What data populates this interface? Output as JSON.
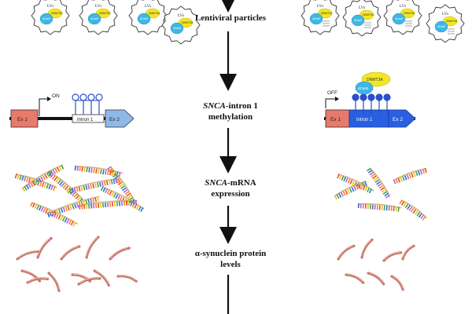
{
  "steps": [
    {
      "gene": "",
      "text": "Lentiviral particles"
    },
    {
      "gene": "SNCA",
      "text": "-intron 1",
      "text2": "methylation"
    },
    {
      "gene": "SNCA",
      "text": "-mRNA",
      "text2": "expression"
    },
    {
      "gene": "",
      "text": "α-synuclein protein",
      "text2": "levels"
    }
  ],
  "particles": {
    "label": "LVs",
    "enzyme_label": "DNMT3A",
    "guide_label": "dCas9"
  },
  "gene_left": {
    "state": "ON",
    "exon1": "Ex 1",
    "intron": "Intron 1",
    "exon2": "Ex 2"
  },
  "gene_right": {
    "state": "OFF",
    "exon1": "Ex 1",
    "intron": "Intron 1",
    "exon2": "Ex 2",
    "enzyme_label": "DNMT3A",
    "guide_label": "dCas9"
  },
  "colors": {
    "arrow": "#111111",
    "exon1": "#e8796b",
    "exon2_left": "#8fb8e8",
    "intron_left": "#ffffff",
    "intron_right": "#2a5fe0",
    "exon2_right": "#2a5fe0",
    "particle_blue": "#3fb7e6",
    "particle_yellow": "#f2e626",
    "cpg_open": "#2a4fc9",
    "protein": "#c8776a"
  }
}
